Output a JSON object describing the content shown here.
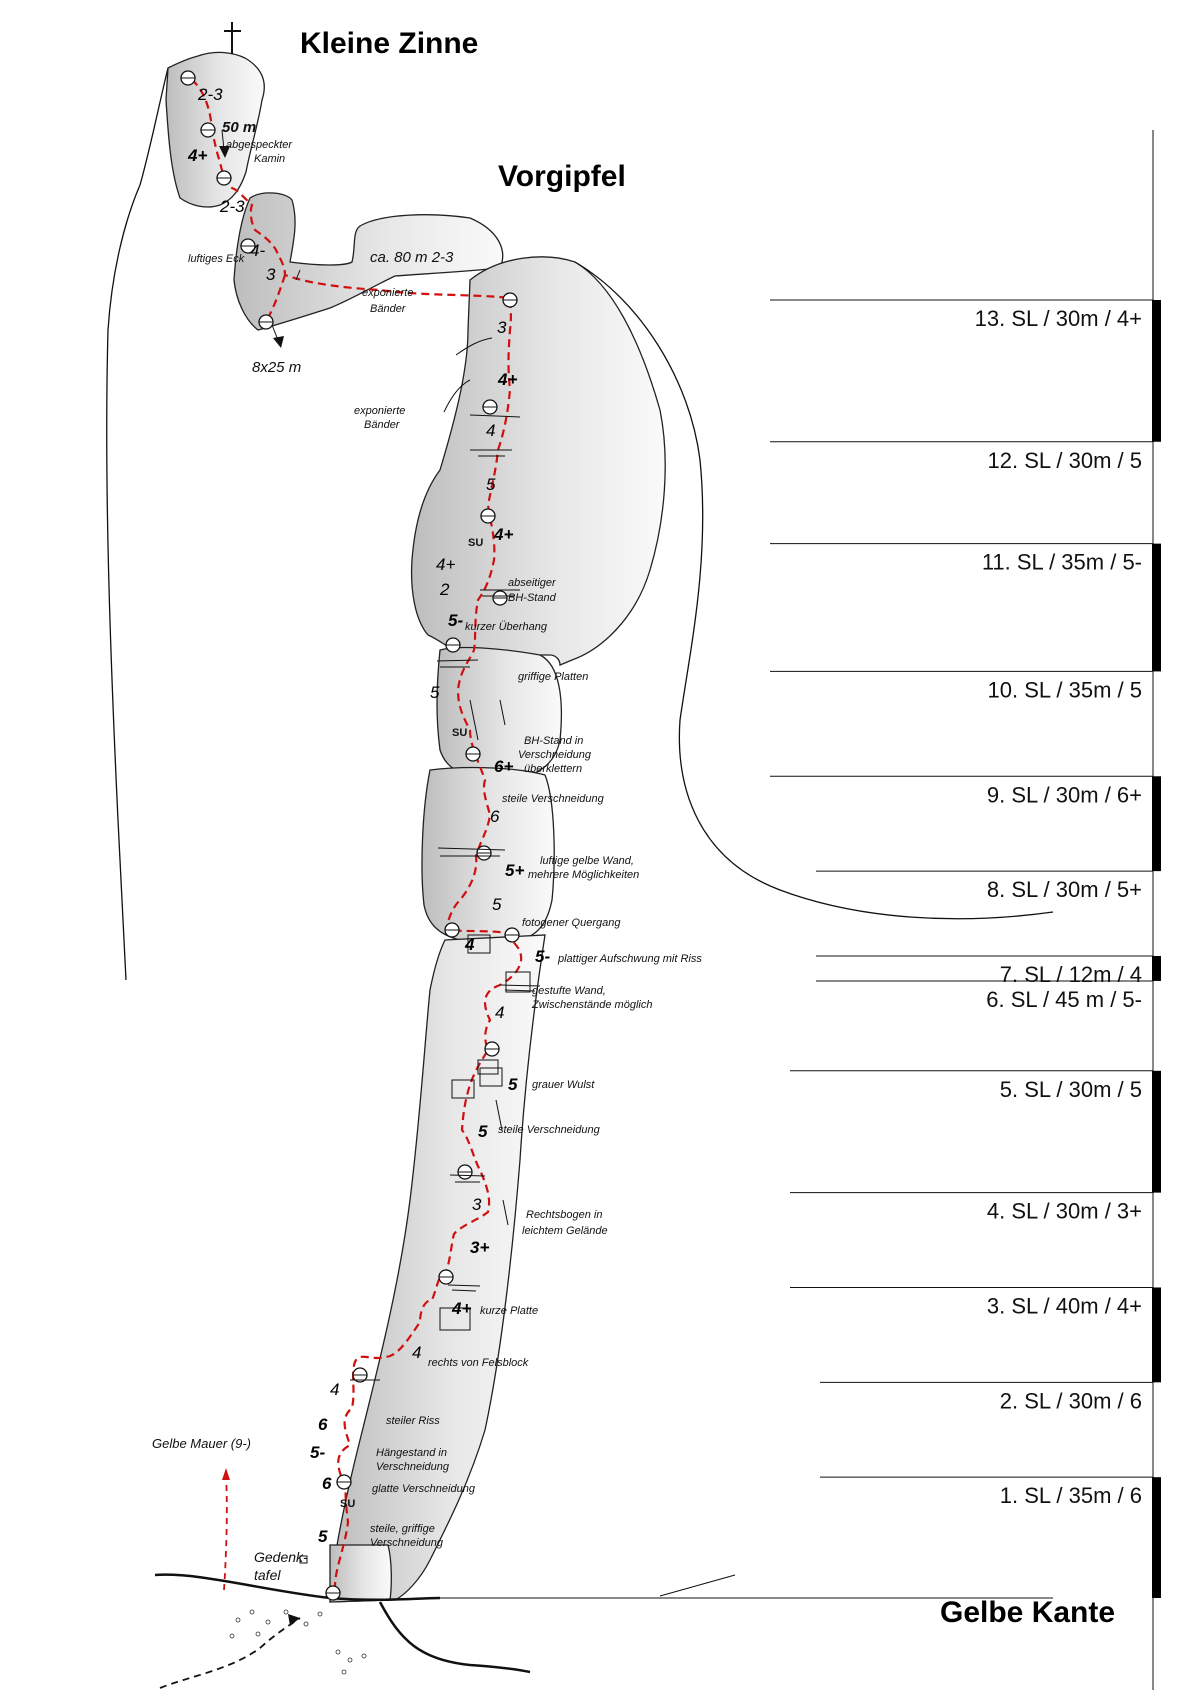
{
  "peaks": {
    "summit": "Kleine Zinne",
    "forepeak": "Vorgipfel",
    "base": "Gelbe Kante"
  },
  "pitches": [
    {
      "label": "13. SL / 30m / 4+",
      "from": 1298,
      "to": 1440,
      "bar": true
    },
    {
      "label": "12. SL / 30m / 5",
      "from": 1440,
      "to": 1542,
      "bar": false
    },
    {
      "label": "11. SL / 35m / 5-",
      "from": 1542,
      "to": 1670,
      "bar": true
    },
    {
      "label": "10. SL / 35m / 5",
      "from": 1670,
      "to": 1775,
      "bar": false
    },
    {
      "label": "9. SL / 30m / 6+",
      "from": 1775,
      "to": 1870,
      "bar": true
    },
    {
      "label": "8. SL / 30m / 5+",
      "from": 1870,
      "to": 1955,
      "bar": false
    },
    {
      "label": "7. SL / 12m / 4",
      "from": 1955,
      "to": 1980,
      "bar": true
    },
    {
      "label": "6. SL / 45 m / 5-",
      "from": 1980,
      "to": 2070,
      "bar": false
    },
    {
      "label": "5. SL / 30m / 5",
      "from": 2070,
      "to": 2192,
      "bar": true
    },
    {
      "label": "4. SL / 30m / 3+",
      "from": 2192,
      "to": 2287,
      "bar": false
    },
    {
      "label": "3. SL / 40m / 4+",
      "from": 2287,
      "to": 2382,
      "bar": true
    },
    {
      "label": "2. SL / 30m / 6",
      "from": 2382,
      "to": 2477,
      "bar": false
    },
    {
      "label": "1. SL / 35m / 6",
      "from": 2477,
      "to": 2598,
      "bar": true
    }
  ],
  "grades": [
    "2-3",
    "4+",
    "2-3",
    "4-",
    "3",
    "3",
    "4+",
    "4",
    "5",
    "4+",
    "4+",
    "2",
    "5-",
    "5",
    "6+",
    "6",
    "5+",
    "5",
    "4",
    "5-",
    "4",
    "5",
    "5",
    "3",
    "3+",
    "4+",
    "4",
    "4",
    "6",
    "5-",
    "6",
    "5"
  ],
  "annotations": [
    "50 m",
    "abgespeckter",
    "Kamin",
    "luftiges Eck",
    "8x25 m",
    "ca. 80 m 2-3",
    "exponierte",
    "Bänder",
    "exponierte",
    "Bänder",
    "abseitiger",
    "BH-Stand",
    "kurzer Überhang",
    "griffige Platten",
    "BH-Stand in",
    "Verschneidung",
    "überklettern",
    "steile Verschneidung",
    "luftige gelbe Wand,",
    "mehrere Möglichkeiten",
    "fotogener Quergang",
    "plattiger Aufschwung mit Riss",
    "gestufte Wand,",
    "Zwischenstände möglich",
    "grauer Wulst",
    "steile Verschneidung",
    "Rechtsbogen in",
    "leichtem Gelände",
    "kurze Platte",
    "rechts von Felsblock",
    "steiler Riss",
    "Hängestand in",
    "Verschneidung",
    "glatte Verschneidung",
    "steile, griffige",
    "Verschneidung",
    "Gelbe Mauer (9-)",
    "Gedenk-",
    "tafel",
    "SU",
    "SU",
    "SU"
  ],
  "colors": {
    "route": "#d01010",
    "rock_light": "#f4f4f4",
    "rock_dark": "#bdbdbd",
    "bar": "#000000"
  }
}
